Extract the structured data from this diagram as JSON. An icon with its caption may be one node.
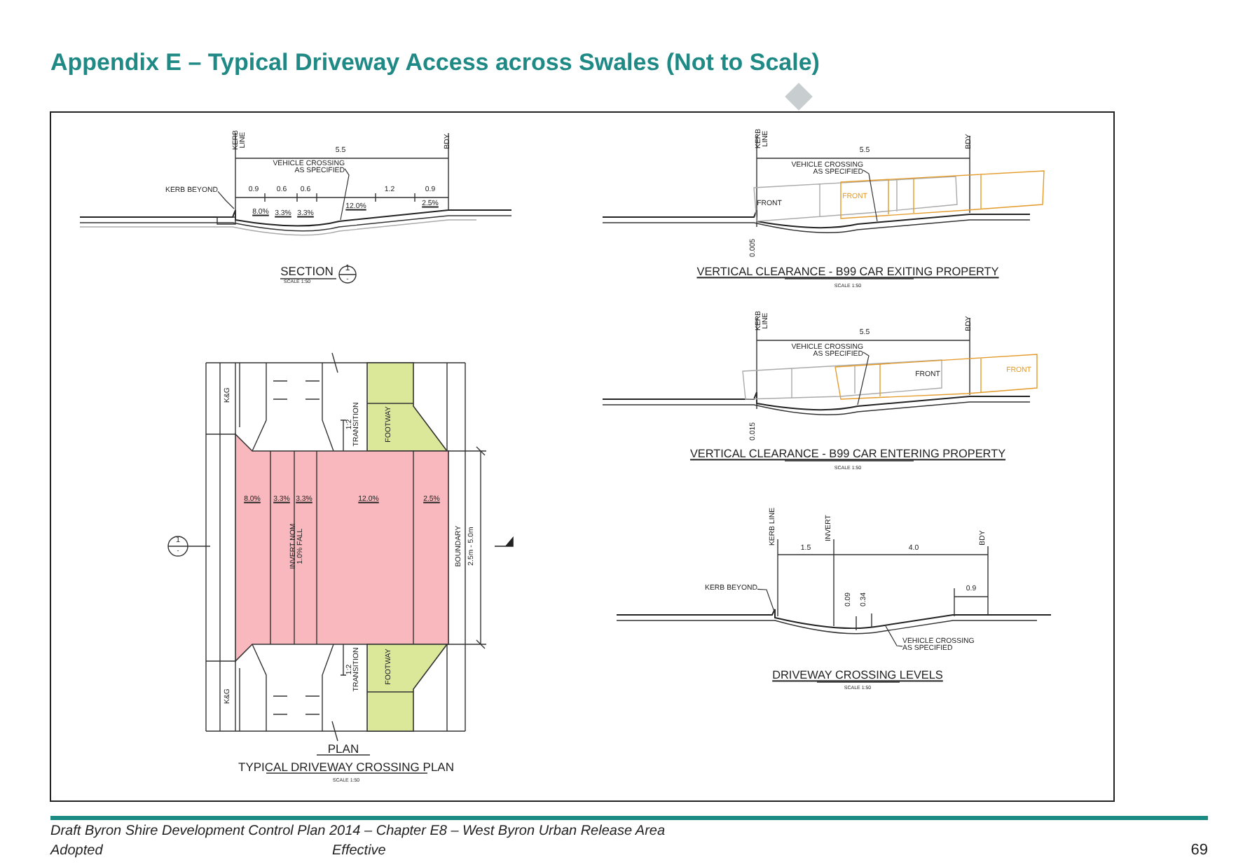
{
  "diagram": {
    "title": "Appendix E – Typical Driveway Access across Swales (Not to Scale)",
    "nodes": [
      {
        "text": [
          "KERB BEYOND"
        ]
      },
      {
        "text": [
          "VEHICLE CROSSING AS SPECIFIED"
        ]
      },
      {
        "text": [
          "VEHICLE CROSSING AS SPECIFIED"
        ]
      },
      {
        "text": [
          "FOOTWAY"
        ]
      },
      {
        "text": [
          "8.0%",
          "3.3%",
          "3.3%",
          "12.0%",
          "2.5%",
          "INVERT NOM 1.0% FALL"
        ]
      },
      {
        "text": [
          "FOOTWAY"
        ]
      },
      {
        "text": [
          "VEHICLE CROSSING AS SPECIFIED"
        ]
      },
      {
        "text": [
          "KERB BEYOND"
        ]
      },
      {
        "text": [
          "VEHICLE CROSSING AS SPECIFIED"
        ]
      }
    ],
    "edges": [
      {
        "from": 0,
        "to": null,
        "arrow": "none"
      },
      {
        "from": 1,
        "to": null,
        "arrow": "none"
      },
      {
        "from": 2,
        "to": null,
        "arrow": "none"
      },
      {
        "from": 6,
        "to": null,
        "arrow": "none"
      },
      {
        "from": 7,
        "to": null,
        "arrow": "none"
      },
      {
        "from": 8,
        "to": null,
        "arrow": "none"
      }
    ],
    "labels": [
      "KERB LINE",
      "BDY",
      "5.5",
      "0.9",
      "0.6",
      "0.6",
      "1.2",
      "0.9",
      "8.0%",
      "3.3%",
      "3.3%",
      "12.0%",
      "2.5%",
      "SECTION",
      "1",
      "-",
      "SCALE 1:50",
      "KERB LINE",
      "BDY",
      "5.5",
      "FRONT",
      "FRONT",
      "0.005",
      "VERTICAL CLEARANCE - B99 CAR EXITING PROPERTY",
      "SCALE 1:50",
      "K&G",
      "1:2 TRANSITION",
      "BOUNDARY",
      "2.5m - 5.0m",
      "1",
      "-",
      "K&G",
      "1:2 TRANSITION",
      "PLAN",
      "TYPICAL DRIVEWAY CROSSING PLAN",
      "SCALE 1:50",
      "KERB LINE",
      "BDY",
      "5.5",
      "FRONT",
      "FRONT",
      "0.015",
      "VERTICAL CLEARANCE - B99 CAR ENTERING PROPERTY",
      "SCALE 1:50",
      "KERB LINE",
      "INVERT",
      "BDY",
      "1.5",
      "4.0",
      "0.09",
      "0.34",
      "0.9",
      "DRIVEWAY CROSSING LEVELS",
      "SCALE 1:50",
      "Draft Byron Shire Development Control Plan 2014 – Chapter E8 – West Byron Urban Release Area",
      "Adopted",
      "Effective",
      "69"
    ]
  }
}
